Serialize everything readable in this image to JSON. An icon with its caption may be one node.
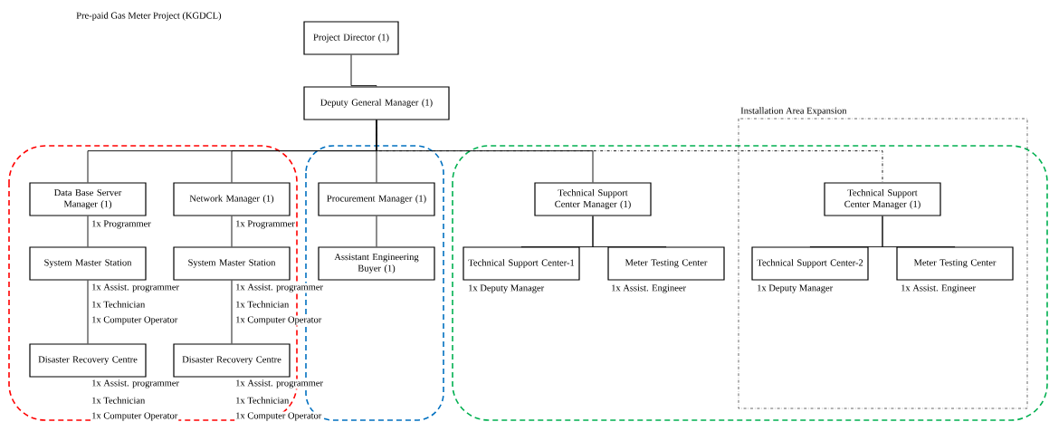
{
  "diagram": {
    "title": "Pre-paid Gas Meter Project (KGDCL)",
    "nodes": [
      {
        "text": [
          "Project Director (1)"
        ]
      },
      {
        "text": [
          "Deputy General Manager (1)"
        ]
      },
      {
        "text": [
          "Data Base Server Manager (1)"
        ],
        "beside": [
          "1x Programmer"
        ]
      },
      {
        "text": [
          "Network Manager (1)"
        ],
        "beside": [
          "1x Programmer"
        ]
      },
      {
        "text": [
          "Procurement Manager (1)"
        ]
      },
      {
        "text": [
          "Technical Support Center Manager (1)"
        ]
      },
      {
        "text": [
          "Installation Area Expansion"
        ]
      },
      {
        "text": [
          "Technical Support Center Manager (1)"
        ],
        "in": 6
      },
      {
        "text": [
          "System Master Station"
        ],
        "beside": [
          "1x Assist. programmer",
          "1x Technician",
          "1x Computer Operator"
        ]
      },
      {
        "text": [
          "System Master Station"
        ],
        "beside": [
          "1x Assist. programmer",
          "1x Technician",
          "1x Computer Operator"
        ]
      },
      {
        "text": [
          "Assistant Engineering Buyer (1)"
        ]
      },
      {
        "text": [
          "Technical Support Center-1"
        ],
        "beside": [
          "1x Deputy Manager"
        ]
      },
      {
        "text": [
          "Meter Testing Center"
        ],
        "beside": [
          "1x Assist. Engineer"
        ]
      },
      {
        "text": [
          "Technical Support Center-2"
        ],
        "in": 6,
        "beside": [
          "1x Deputy Manager"
        ]
      },
      {
        "text": [
          "Meter Testing Center"
        ],
        "in": 6,
        "beside": [
          "1x Assist. Engineer"
        ]
      },
      {
        "text": [
          "Disaster Recovery Centre"
        ],
        "beside": [
          "1x Assist. programmer",
          "1x Technician",
          "1x Computer Operator"
        ]
      },
      {
        "text": [
          "Disaster Recovery Centre"
        ],
        "beside": [
          "1x Assist. programmer",
          "1x Technician",
          "1x Computer Operator"
        ]
      }
    ],
    "edges": [
      {
        "from": 0,
        "to": 1,
        "arrow": "none"
      },
      {
        "from": 1,
        "to": 2,
        "arrow": "none"
      },
      {
        "from": 1,
        "to": 3,
        "arrow": "none"
      },
      {
        "from": 1,
        "to": 4,
        "arrow": "none"
      },
      {
        "from": 1,
        "to": 5,
        "arrow": "none"
      },
      {
        "from": 1,
        "to": 7,
        "arrow": "none",
        "style": "dashed"
      },
      {
        "from": 2,
        "to": 8,
        "arrow": "none"
      },
      {
        "from": 8,
        "to": 15,
        "arrow": "none"
      },
      {
        "from": 3,
        "to": 9,
        "arrow": "none"
      },
      {
        "from": 9,
        "to": 16,
        "arrow": "none"
      },
      {
        "from": 4,
        "to": 10,
        "arrow": "none"
      },
      {
        "from": 5,
        "to": 11,
        "arrow": "none"
      },
      {
        "from": 5,
        "to": 12,
        "arrow": "none"
      },
      {
        "from": 7,
        "to": 13,
        "arrow": "none"
      },
      {
        "from": 7,
        "to": 14,
        "arrow": "none"
      }
    ]
  }
}
